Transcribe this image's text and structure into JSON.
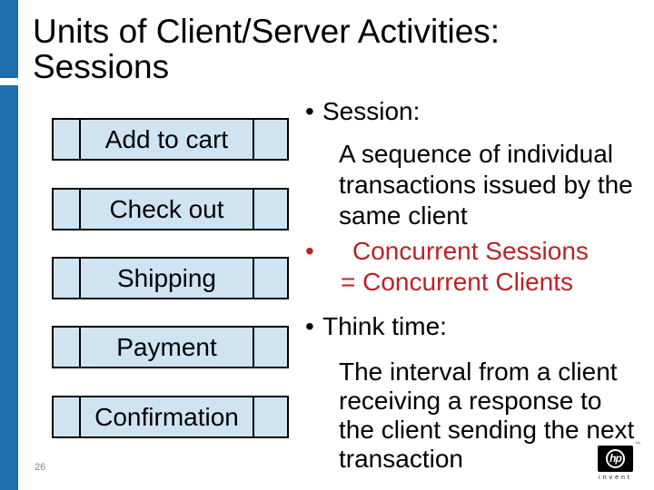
{
  "slide": {
    "title_line1": "Units of Client/Server Activities:",
    "title_line2": "Sessions",
    "page_number": "26"
  },
  "diagram": {
    "boxes": [
      {
        "label": "Add to cart"
      },
      {
        "label": "Check out"
      },
      {
        "label": "Shipping"
      },
      {
        "label": "Payment"
      },
      {
        "label": "Confirmation"
      }
    ]
  },
  "content": {
    "bullet1": {
      "marker": "•",
      "label": "Session:"
    },
    "para1": "A sequence of individual\ntransactions issued by the\nsame client",
    "bullet2": {
      "marker": "•",
      "line1": "Concurrent Sessions",
      "line2": "= Concurrent Clients"
    },
    "bullet3": {
      "marker": "•",
      "label": "Think time:"
    },
    "para2": "The interval from a client\nreceiving a response to\nthe client sending the next\ntransaction"
  },
  "logo": {
    "hp": "hp",
    "invent": "invent",
    "tm": "™"
  },
  "colors": {
    "bar_blue": "#1c6eae",
    "box_fill": "#d0e3f1",
    "red": "#bf2026",
    "ink": "#000000",
    "page_num_gray": "#888888"
  }
}
